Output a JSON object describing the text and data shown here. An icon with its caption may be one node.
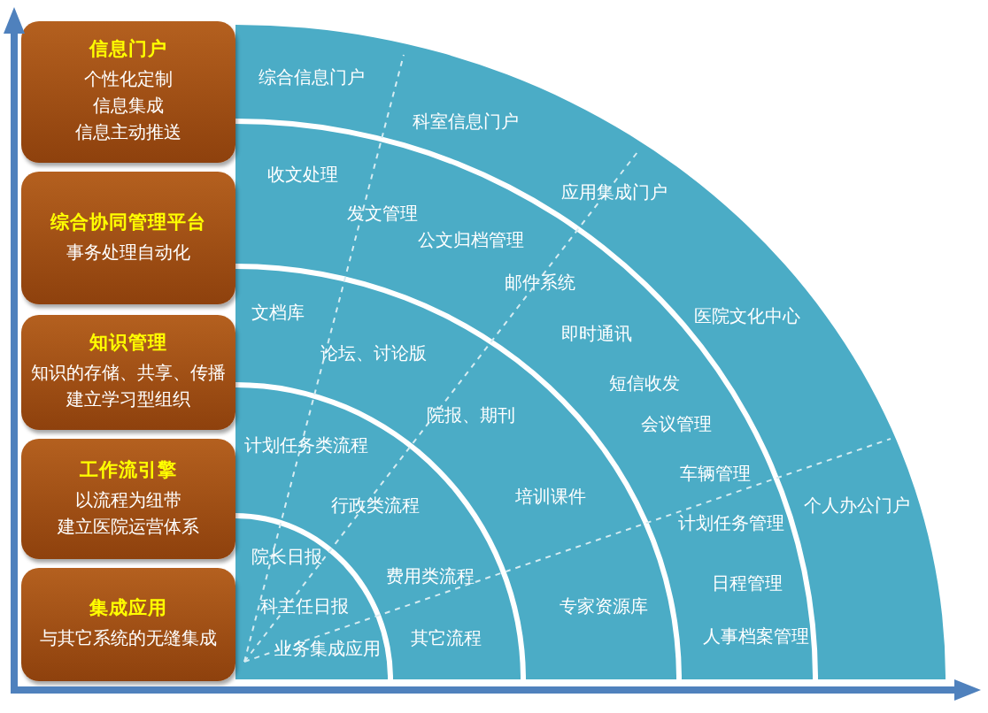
{
  "diagram": {
    "nodes": [
      {
        "text": [
          "信息门户",
          "个性化定制",
          "信息集成",
          "信息主动推送"
        ]
      },
      {
        "text": [
          "综合协同管理平台",
          "事务处理自动化"
        ]
      },
      {
        "text": [
          "知识管理",
          "知识的存储、共享、传播",
          "建立学习型组织"
        ]
      },
      {
        "text": [
          "工作流引擎",
          "以流程为纽带",
          "建立医院运营体系"
        ]
      },
      {
        "text": [
          "集成应用",
          "与其它系统的无缝集成"
        ]
      },
      {
        "text": [
          "综合信息门户",
          "科室信息门户",
          "应用集成门户",
          "医院文化中心",
          "个人办公门户"
        ]
      },
      {
        "text": [
          "收文处理",
          "发文管理",
          "公文归档管理",
          "邮件系统",
          "即时通讯",
          "短信收发",
          "会议管理",
          "车辆管理",
          "计划任务管理",
          "日程管理",
          "人事档案管理"
        ]
      },
      {
        "text": [
          "文档库",
          "论坛、讨论版",
          "院报、期刊",
          "培训课件",
          "专家资源库"
        ]
      },
      {
        "text": [
          "计划任务类流程",
          "行政类流程",
          "费用类流程",
          "其它流程"
        ]
      },
      {
        "text": [
          "院长日报",
          "科主任日报",
          "业务集成应用"
        ]
      }
    ]
  }
}
